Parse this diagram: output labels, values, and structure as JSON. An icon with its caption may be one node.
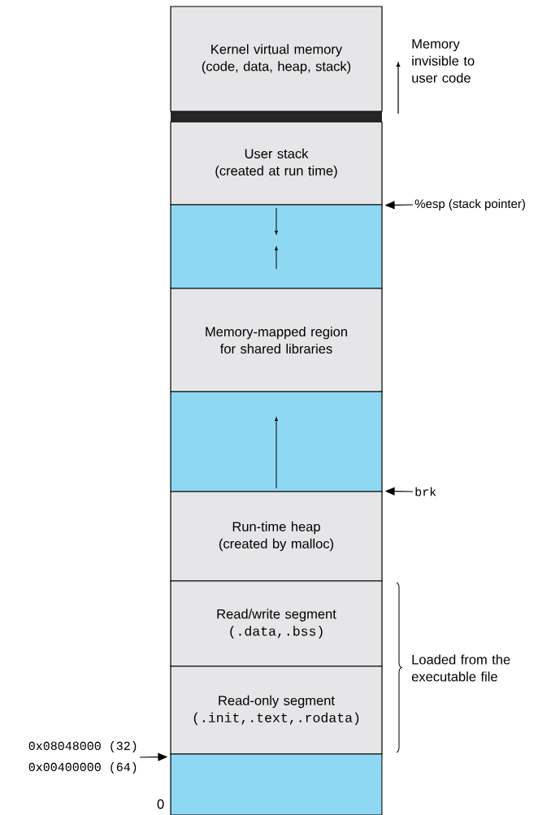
{
  "diagram": {
    "nodes": [
      {
        "text": [
          "Kernel virtual memory",
          "(code, data, heap, stack)"
        ]
      },
      {
        "text": [
          "User stack",
          "(created at run time)"
        ]
      },
      {
        "text": [],
        "shape": "box"
      },
      {
        "text": [
          "Memory-mapped region for shared libraries"
        ]
      },
      {
        "text": [],
        "shape": "box"
      },
      {
        "text": [
          "Run-time heap",
          "(created by malloc)"
        ]
      },
      {
        "text": [
          "Read/write segment",
          "(.data,.bss)"
        ]
      },
      {
        "text": [
          "Read-only segment",
          "(.init,.text,.rodata)"
        ]
      },
      {
        "text": [],
        "shape": "box",
        "beside": [
          "0"
        ]
      },
      {
        "text": [
          "%esp (stack pointer)"
        ]
      },
      {
        "text": [
          "brk"
        ]
      },
      {
        "text": [
          "0x08048000 (32)",
          "0x00400000 (64)"
        ]
      }
    ],
    "edges": [
      {
        "from": 9,
        "to": 1,
        "arrow": "to"
      },
      {
        "from": 10,
        "to": 5,
        "arrow": "to"
      },
      {
        "from": 11,
        "to": 8,
        "arrow": "to"
      }
    ],
    "labels": [
      "Memory invisible to user code",
      "Loaded from the executable file"
    ]
  }
}
